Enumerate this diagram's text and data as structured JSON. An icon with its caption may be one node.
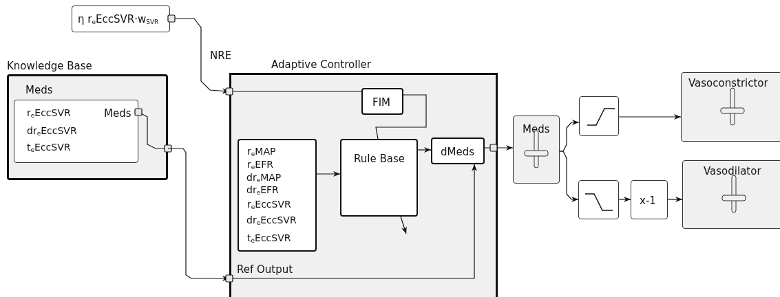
{
  "diagram": {
    "nodes": [
      {
        "text": [
          "η r$_{e}$EccSVR·w$_{SVR}$"
        ]
      },
      {
        "text": [
          "Knowledge Base"
        ]
      },
      {
        "text": [
          "Meds",
          "r$_{e}$EccSVR",
          "dr$_{e}$EccSVR",
          "t$_{e}$EccSVR",
          "Meds"
        ],
        "in": 1
      },
      {
        "text": [
          "Adaptive Controller",
          "Ref Output"
        ]
      },
      {
        "text": [
          "FIM"
        ],
        "in": 3
      },
      {
        "text": [
          "r$_{e}$MAP",
          "r$_{e}$EFR",
          "dr$_{e}$MAP",
          "dr$_{e}$EFR",
          "r$_{e}$EccSVR",
          "dr$_{e}$EccSVR",
          "t$_{e}$EccSVR"
        ],
        "in": 3
      },
      {
        "text": [
          "Rule Base"
        ],
        "in": 3
      },
      {
        "text": [
          "dMeds"
        ],
        "in": 3
      },
      {
        "text": [
          "Meds"
        ]
      },
      {
        "text": [],
        "shape": "box"
      },
      {
        "text": [],
        "shape": "box"
      },
      {
        "text": [
          "x-1"
        ]
      },
      {
        "text": [
          "Vasoconstrictor"
        ]
      },
      {
        "text": [
          "Vasodilator"
        ]
      }
    ],
    "edges": [
      {
        "from": 0,
        "to": 3,
        "arrow": "to",
        "label": "NRE"
      },
      {
        "from": 2,
        "to": 1,
        "arrow": "other"
      },
      {
        "from": 1,
        "to": 3,
        "arrow": "to"
      },
      {
        "from": 3,
        "to": 4,
        "arrow": "other"
      },
      {
        "from": 4,
        "to": 6,
        "arrow": "none"
      },
      {
        "from": 5,
        "to": 6,
        "arrow": "to"
      },
      {
        "from": 6,
        "to": 7,
        "arrow": "to"
      },
      {
        "from": 6,
        "to": null,
        "arrow": "to"
      },
      {
        "from": 3,
        "to": 7,
        "arrow": "to"
      },
      {
        "from": 7,
        "to": 8,
        "arrow": "to"
      },
      {
        "from": 8,
        "to": 9,
        "arrow": "to"
      },
      {
        "from": 8,
        "to": 10,
        "arrow": "to"
      },
      {
        "from": 9,
        "to": 12,
        "arrow": "to"
      },
      {
        "from": 10,
        "to": 11,
        "arrow": "to"
      },
      {
        "from": 11,
        "to": 13,
        "arrow": "to"
      }
    ]
  }
}
